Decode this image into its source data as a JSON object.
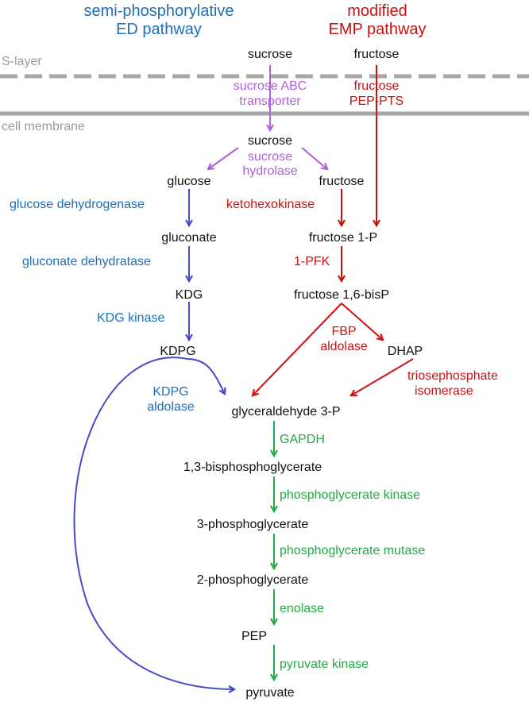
{
  "colors": {
    "ed_blue": "#1f6fb8",
    "ed_arrow": "#4848c8",
    "emp_red": "#cc1111",
    "sucrose_purple": "#b060dd",
    "glycolysis_green": "#22aa44",
    "membrane_gray": "#a6a6a6",
    "text": "#111111"
  },
  "headers": {
    "ed_line1": "semi-phosphorylative",
    "ed_line2": "ED pathway",
    "emp_line1": "modified",
    "emp_line2": "EMP pathway"
  },
  "layers": {
    "s_layer": "S-layer",
    "cell_membrane": "cell membrane"
  },
  "metabolites": {
    "sucrose_out": "sucrose",
    "fructose_out": "fructose",
    "sucrose_in": "sucrose",
    "glucose": "glucose",
    "fructose_in": "fructose",
    "gluconate": "gluconate",
    "fructose_1p": "fructose 1-P",
    "kdg": "KDG",
    "fructose_16bisp": "fructose 1,6-bisP",
    "kdpg": "KDPG",
    "dhap": "DHAP",
    "gap": "glyceraldehyde 3-P",
    "bpg13": "1,3-bisphosphoglycerate",
    "pg3": "3-phosphoglycerate",
    "pg2": "2-phosphoglycerate",
    "pep": "PEP",
    "pyruvate": "pyruvate"
  },
  "enzymes": {
    "sucrose_abc_1": "sucrose ABC",
    "sucrose_abc_2": "transporter",
    "fructose_pts_1": "fructose",
    "fructose_pts_2": "PEP-PTS",
    "sucrose_hydrolase_1": "sucrose",
    "sucrose_hydrolase_2": "hydrolase",
    "glucose_dh": "glucose dehydrogenase",
    "ketohexokinase": "ketohexokinase",
    "gluconate_dh": "gluconate dehydratase",
    "pfk": "1-PFK",
    "kdg_kinase": "KDG kinase",
    "fbp_aldolase_1": "FBP",
    "fbp_aldolase_2": "aldolase",
    "tpi_1": "triosephosphate",
    "tpi_2": "isomerase",
    "kdpg_aldolase_1": "KDPG",
    "kdpg_aldolase_2": "aldolase",
    "gapdh": "GAPDH",
    "pgk": "phosphoglycerate kinase",
    "pgm": "phosphoglycerate mutase",
    "enolase": "enolase",
    "pyk": "pyruvate kinase"
  }
}
